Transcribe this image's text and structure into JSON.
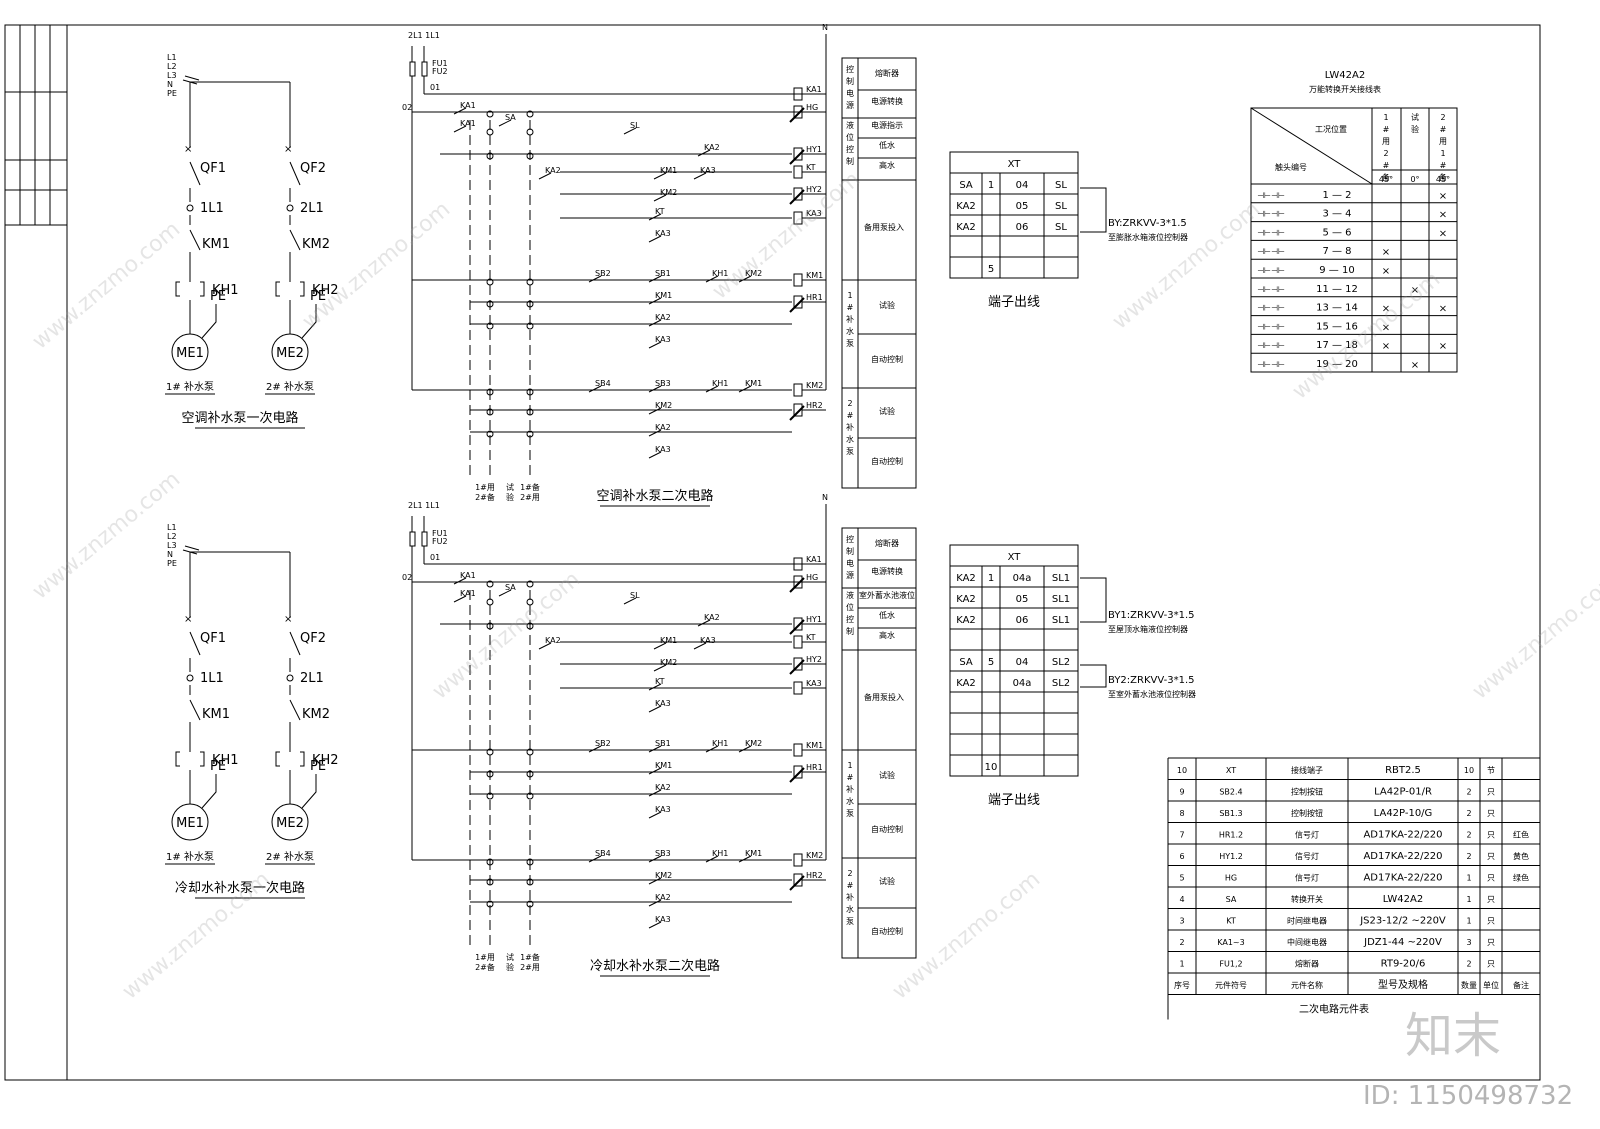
{
  "primary": [
    {
      "bus": [
        "L1",
        "L2",
        "L3",
        "N",
        "PE"
      ],
      "qf": [
        "QF1",
        "QF2"
      ],
      "l": [
        "1L1",
        "2L1"
      ],
      "km": [
        "KM1",
        "KM2"
      ],
      "kh": [
        "KH1",
        "KH2"
      ],
      "pe": "PE",
      "me": [
        "ME1",
        "ME2"
      ],
      "pumps": [
        "1# 补水泵",
        "2# 补水泵"
      ],
      "title": "空调补水泵一次电路"
    },
    {
      "bus": [
        "L1",
        "L2",
        "L3",
        "N",
        "PE"
      ],
      "qf": [
        "QF1",
        "QF2"
      ],
      "l": [
        "1L1",
        "2L1"
      ],
      "km": [
        "KM1",
        "KM2"
      ],
      "kh": [
        "KH1",
        "KH2"
      ],
      "pe": "PE",
      "me": [
        "ME1",
        "ME2"
      ],
      "pumps": [
        "1# 补水泵",
        "2# 补水泵"
      ],
      "title": "冷却水补水泵一次电路"
    }
  ],
  "secondary": [
    {
      "title": "空调补水泵二次电路",
      "top": [
        "2L1",
        "1L1"
      ],
      "fu": [
        "FU1",
        "FU2"
      ],
      "sw_bottom": [
        "1#用",
        "2#备",
        "试",
        "验",
        "1#备",
        "2#用"
      ]
    },
    {
      "title": "冷却水补水泵二次电路",
      "top": [
        "2L1",
        "1L1"
      ],
      "fu": [
        "FU1",
        "FU2"
      ],
      "sw_bottom": [
        "1#用",
        "2#备",
        "试",
        "验",
        "1#备",
        "2#用"
      ]
    }
  ],
  "side_blocks": [
    {
      "left": [
        "控制电源",
        "液位控制",
        "备用泵投入",
        "1#补水泵",
        "2#补水泵"
      ],
      "right": [
        "熔断器",
        "电源转换",
        "电源指示",
        "低水",
        "高水",
        "试验",
        "自动控制",
        "试验",
        "自动控制"
      ]
    },
    {
      "left": [
        "控制电源",
        "液位控制",
        "备用泵投入",
        "1#补水泵",
        "2#补水泵"
      ],
      "right": [
        "熔断器",
        "电源转换",
        "室外蓄水池液位",
        "低水",
        "高水",
        "试验",
        "自动控制",
        "试验",
        "自动控制"
      ]
    }
  ],
  "xt1": {
    "header": "XT",
    "rows": [
      [
        "SA",
        "1",
        "04",
        "SL"
      ],
      [
        "KA2",
        "",
        "05",
        "SL"
      ],
      [
        "KA2",
        "",
        "06",
        "SL"
      ],
      [
        "",
        "",
        "",
        " "
      ],
      [
        "",
        "5",
        "",
        ""
      ]
    ],
    "cable": "BY:ZRKVV-3*1.5",
    "dest": "至膨胀水箱液位控制器",
    "caption": "端子出线"
  },
  "xt2": {
    "header": "XT",
    "rows": [
      [
        "KA2",
        "1",
        "04a",
        "SL1"
      ],
      [
        "KA2",
        "",
        "05",
        "SL1"
      ],
      [
        "KA2",
        "",
        "06",
        "SL1"
      ],
      [
        "",
        "",
        "",
        ""
      ],
      [
        "SA",
        "5",
        "04",
        "SL2"
      ],
      [
        "KA2",
        "",
        "04a",
        "SL2"
      ],
      [
        "",
        "",
        "",
        ""
      ],
      [
        "",
        "",
        "",
        ""
      ],
      [
        "",
        "",
        "",
        ""
      ],
      [
        "",
        "10",
        "",
        ""
      ]
    ],
    "cable1": "BY1:ZRKVV-3*1.5",
    "dest1": "至屋顶水箱液位控制器",
    "cable2": "BY2:ZRKVV-3*1.5",
    "dest2": "至室外蓄水池液位控制器",
    "caption": "端子出线"
  },
  "lw": {
    "title": "LW42A2",
    "subtitle": "万能转换开关接线表",
    "diag_top": "工况位置",
    "diag_bottom": "触头编号",
    "cols": [
      "1#用2#备",
      "试验",
      "2#用1#备"
    ],
    "angles": [
      "45°",
      "0°",
      "45°"
    ],
    "rows": [
      [
        "1 — 2",
        "",
        "",
        "×"
      ],
      [
        "3 — 4",
        "",
        "",
        "×"
      ],
      [
        "5 — 6",
        "",
        "",
        "×"
      ],
      [
        "7 — 8",
        "×",
        "",
        ""
      ],
      [
        "9 — 10",
        "×",
        "",
        ""
      ],
      [
        "11 — 12",
        "",
        "×",
        ""
      ],
      [
        "13 — 14",
        "×",
        "",
        "×"
      ],
      [
        "15 — 16",
        "×",
        "",
        ""
      ],
      [
        "17 — 18",
        "×",
        "",
        "×"
      ],
      [
        "19 — 20",
        "",
        "×",
        ""
      ]
    ]
  },
  "parts": {
    "rows": [
      [
        "10",
        "XT",
        "接线端子",
        "RBT2.5",
        "10",
        "节",
        ""
      ],
      [
        "9",
        "SB2.4",
        "控制按钮",
        "LA42P-01/R",
        "2",
        "只",
        ""
      ],
      [
        "8",
        "SB1.3",
        "控制按钮",
        "LA42P-10/G",
        "2",
        "只",
        ""
      ],
      [
        "7",
        "HR1.2",
        "信号灯",
        "AD17KA-22/220",
        "2",
        "只",
        "红色"
      ],
      [
        "6",
        "HY1.2",
        "信号灯",
        "AD17KA-22/220",
        "2",
        "只",
        "黄色"
      ],
      [
        "5",
        "HG",
        "信号灯",
        "AD17KA-22/220",
        "1",
        "只",
        "绿色"
      ],
      [
        "4",
        "SA",
        "转换开关",
        "LW42A2",
        "1",
        "只",
        ""
      ],
      [
        "3",
        "KT",
        "时间继电器",
        "JS23-12/2 ~220V",
        "1",
        "只",
        ""
      ],
      [
        "2",
        "KA1~3",
        "中间继电器",
        "JDZ1-44  ~220V",
        "3",
        "只",
        ""
      ],
      [
        "1",
        "FU1,2",
        "熔断器",
        "RT9-20/6",
        "2",
        "只",
        ""
      ]
    ],
    "header": [
      "序号",
      "元件符号",
      "元件名称",
      "型号及规格",
      "数量",
      "单位",
      "备注"
    ],
    "caption": "二次电路元件表"
  },
  "watermark": {
    "brand": "知末",
    "id": "ID: 1150498732",
    "site": "www.znzmo.com"
  }
}
